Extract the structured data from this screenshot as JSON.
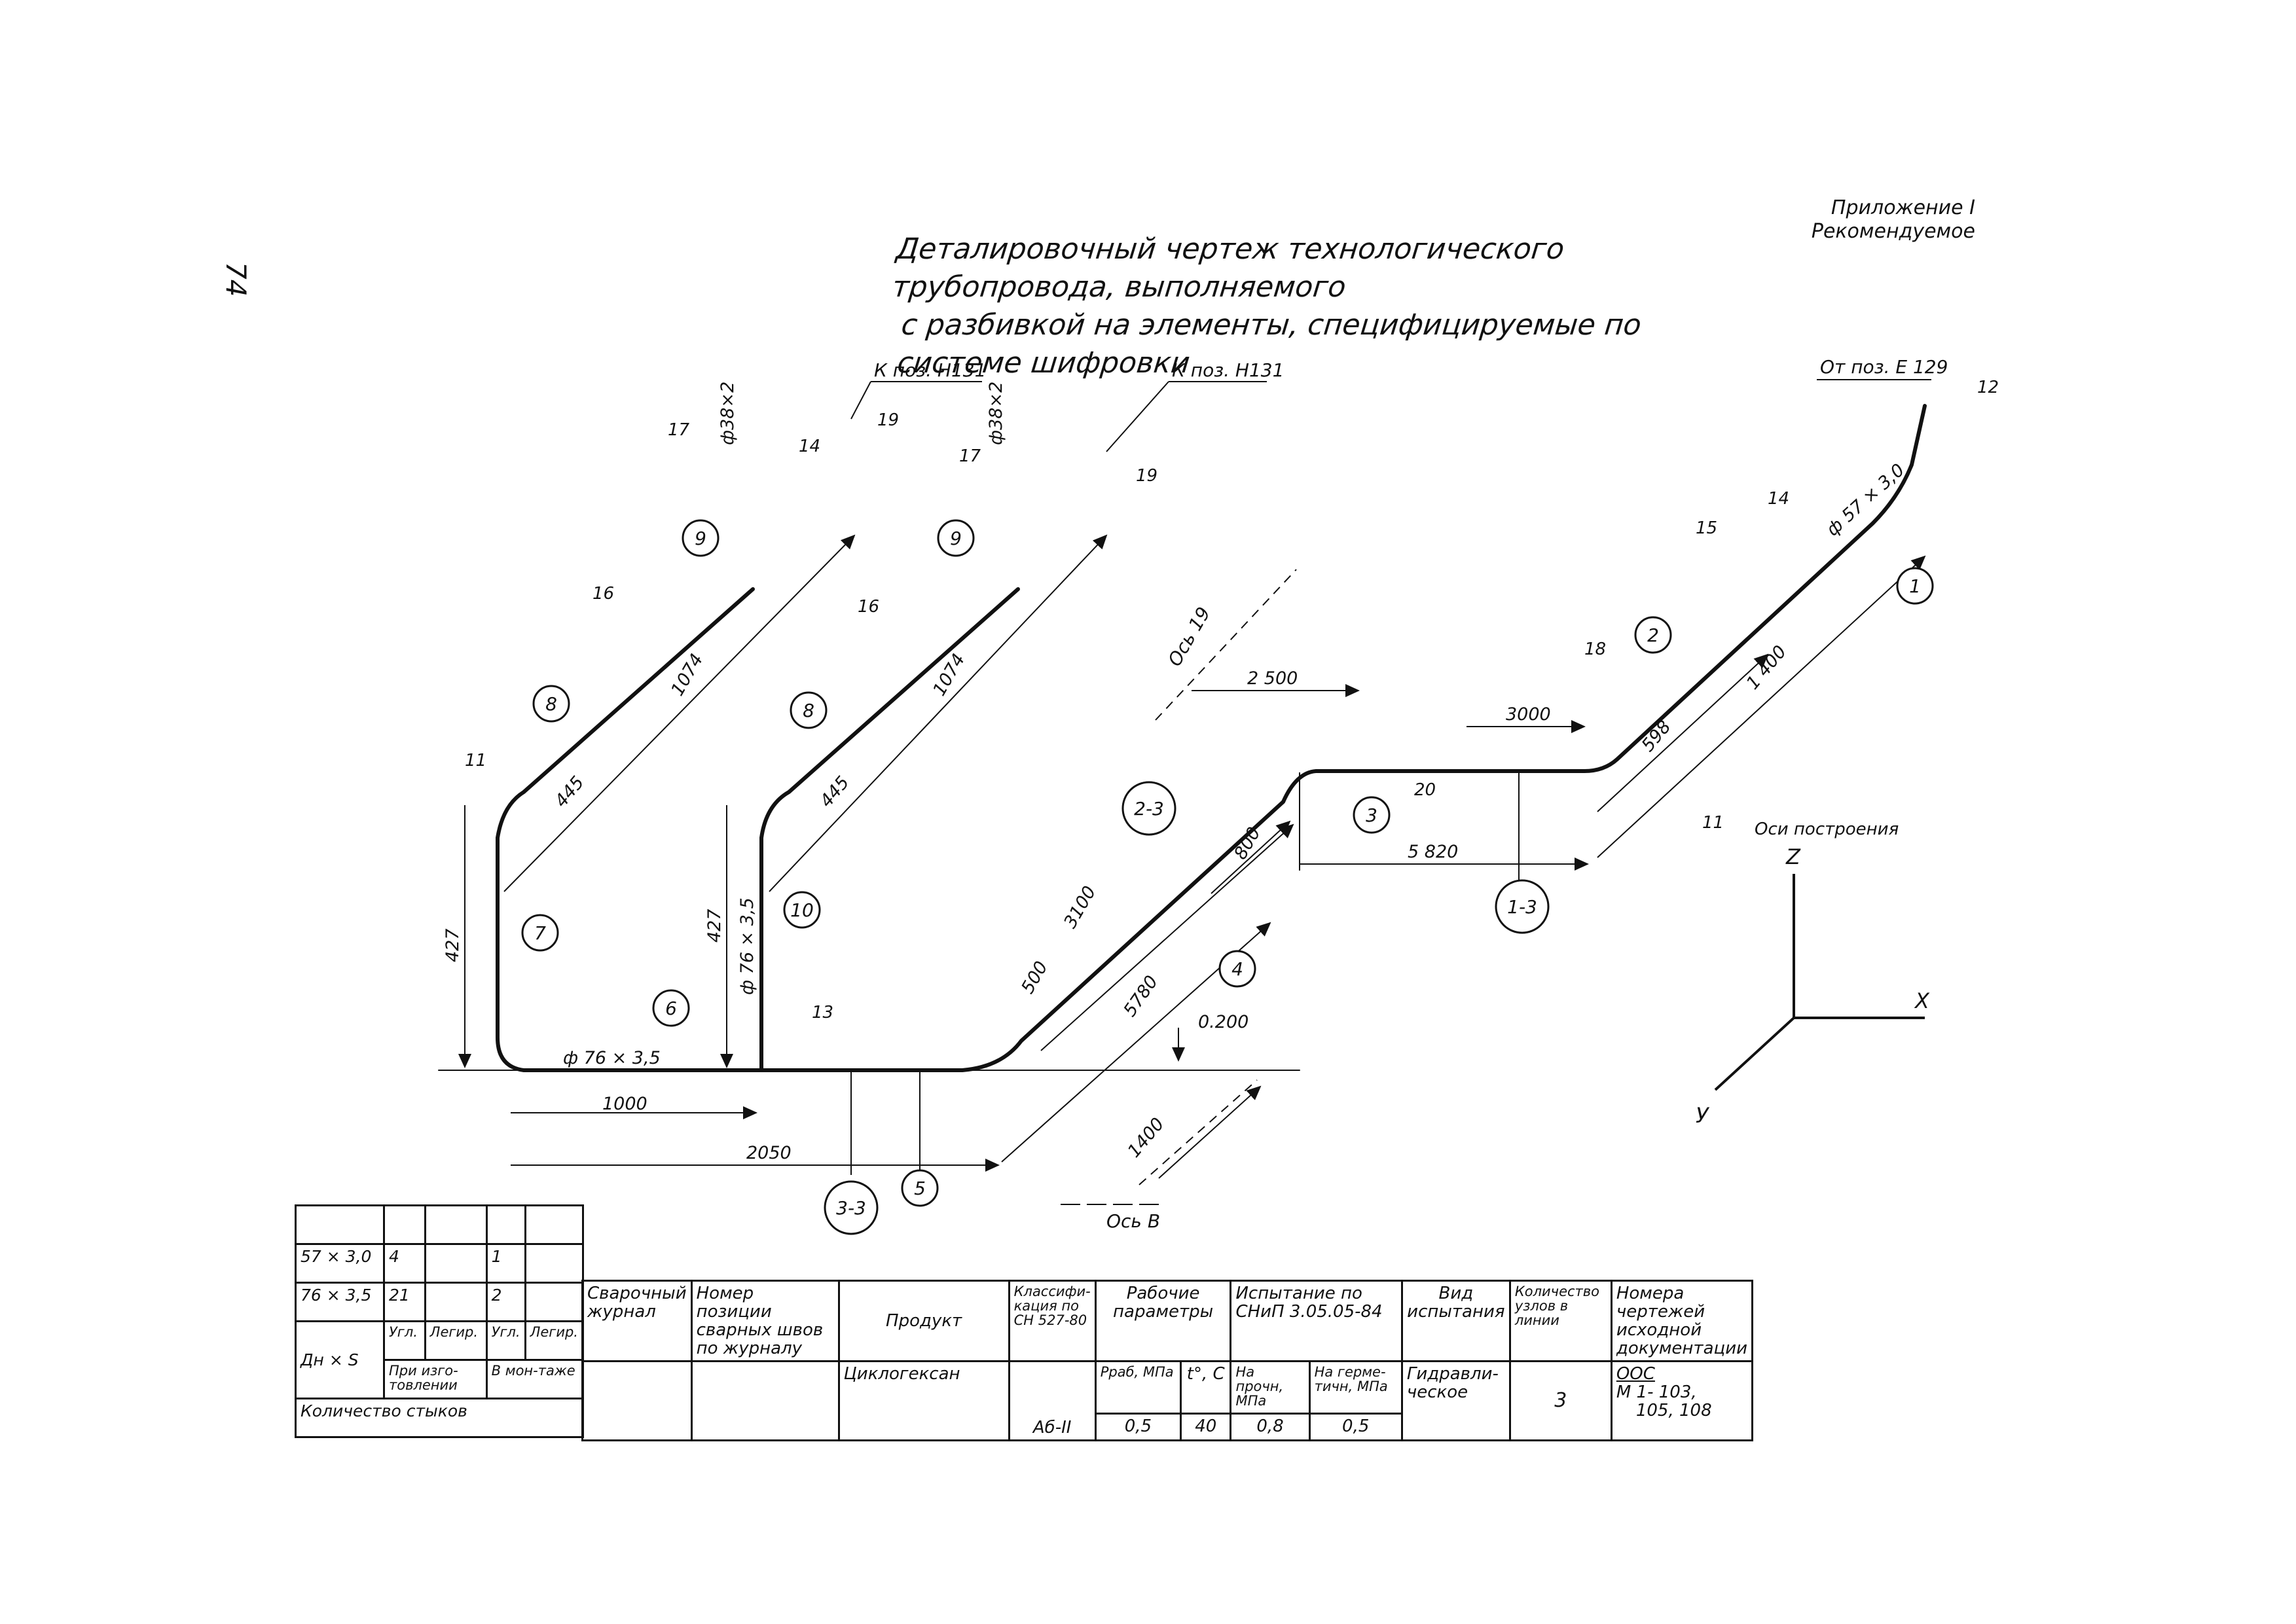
{
  "page_number": "74",
  "appendix": {
    "line1": "Приложение I",
    "line2": "Рекомендуемое"
  },
  "title": {
    "line1": "Деталировочный чертеж технологического трубопровода, выполняемого",
    "line2": "с разбивкой на элементы, специфицируемые по системе шифровки"
  },
  "drawing": {
    "refs": {
      "k_poz_1": "К поз. Н131",
      "k_poz_2": "К поз. Н131",
      "ot_poz": "От поз. Е 129",
      "os_19": "Ось 19",
      "os_b": "Ось В",
      "osi": "Оси построения"
    },
    "axes": {
      "z": "Z",
      "x": "X",
      "y": "У"
    },
    "pipe_labels": {
      "d38_1": "ф38×2",
      "d38_2": "ф38×2",
      "d57": "ф 57 × 3,0",
      "d76_a": "ф 76 × 3,5",
      "d76_b": "ф 76 × 3,5"
    },
    "dimensions": {
      "d1074_a": "1074",
      "d1074_b": "1074",
      "d445_a": "445",
      "d445_b": "445",
      "d427_a": "427",
      "d427_b": "427",
      "d1000": "1000",
      "d2050": "2050",
      "d500": "500",
      "d3100": "3100",
      "d5780": "5780",
      "d800": "800",
      "d2500": "2 500",
      "d3000": "3000",
      "d5820": "5 820",
      "d598": "598",
      "d1400_a": "1 400",
      "d1400_b": "1400",
      "d0200": "0.200"
    },
    "position_numbers": {
      "p11a": "11",
      "p16a": "16",
      "p17a": "17",
      "p14a": "14",
      "p19a": "19",
      "p16b": "16",
      "p17b": "17",
      "p19b": "19",
      "p13": "13",
      "p20": "20",
      "p18": "18",
      "p15": "15",
      "p14b": "14",
      "p12": "12",
      "p11b": "11"
    },
    "balloons": {
      "b9a": "9",
      "b8a": "8",
      "b7": "7",
      "b6": "6",
      "b9b": "9",
      "b8b": "8",
      "b10": "10",
      "b23": "2-3",
      "b4": "4",
      "b3": "3",
      "b13": "1-3",
      "b2": "2",
      "b1": "1",
      "b33": "3-3",
      "b5": "5"
    }
  },
  "joints_table": {
    "rows": [
      [
        "",
        "",
        "",
        "",
        ""
      ],
      [
        "57 × 3,0",
        "4",
        "",
        "1",
        ""
      ],
      [
        "76 × 3,5",
        "21",
        "",
        "2",
        ""
      ]
    ],
    "header": {
      "dn": "Дн × S",
      "ugl1": "Угл.",
      "leg1": "Легир.",
      "ugl2": "Угл.",
      "leg2": "Легир.",
      "pri": "При изго-товлении",
      "v_mon": "В мон-таже"
    },
    "footer": "Количество стыков"
  },
  "spec_table": {
    "headers": {
      "journal": "Сварочный журнал",
      "weld_pos": "Номер позиции сварных швов по журналу",
      "product": "Продукт",
      "classif": "Классифи-кация по СН 527-80",
      "work_params": "Рабочие параметры",
      "p_rab": "Рраб, МПа",
      "t": "t°, С",
      "test": "Испытание по СНиП 3.05.05-84",
      "strength": "На прочн, МПа",
      "tight": "На герме-тичн, МПа",
      "test_type": "Вид испытания",
      "units": "Количество узлов в линии",
      "docs": "Номера чертежей исходной документации"
    },
    "values": {
      "journal": "",
      "weld_pos": "",
      "product": "Циклогексан",
      "classif": "Аб-II",
      "p_rab": "0,5",
      "t": "40",
      "strength": "0,8",
      "tight": "0,5",
      "test_type": "Гидравли-ческое",
      "units": "3",
      "docs_top": "ООС",
      "docs_mid": "М",
      "docs_nums": "1- 103,",
      "docs_nums2": "105, 108"
    }
  }
}
